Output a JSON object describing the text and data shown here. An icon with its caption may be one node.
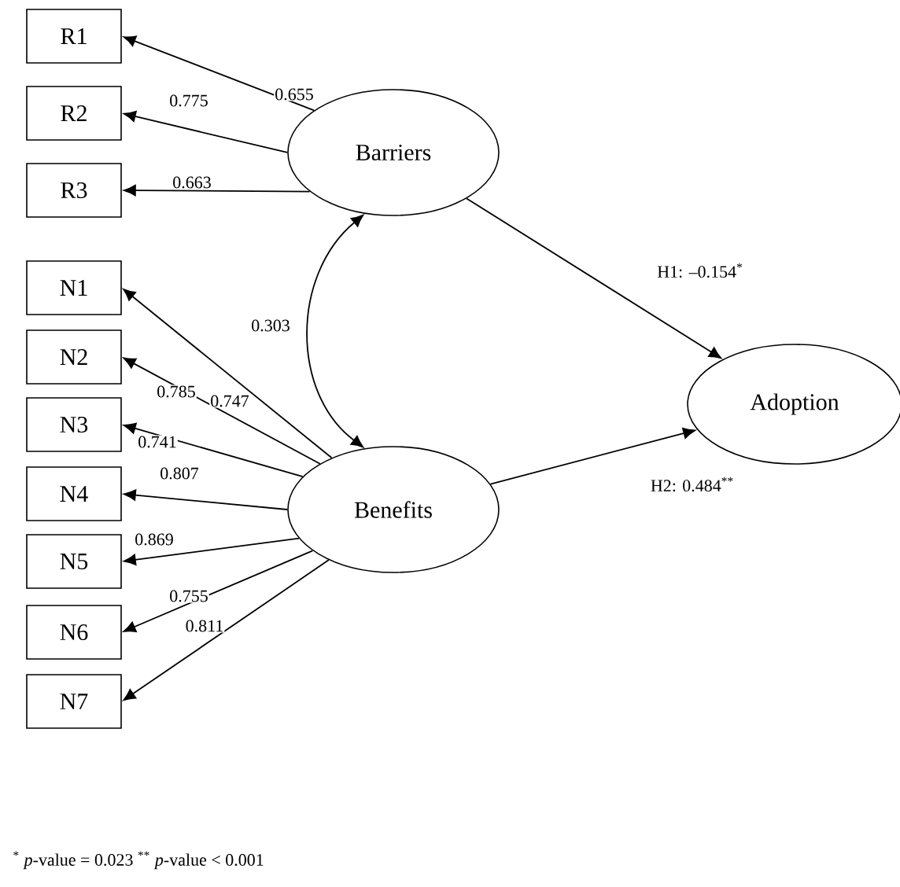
{
  "diagram": {
    "nodes": [
      {
        "text": [
          "R1"
        ]
      },
      {
        "text": [
          "R2"
        ]
      },
      {
        "text": [
          "R3"
        ]
      },
      {
        "text": [
          "Barriers"
        ]
      },
      {
        "text": [
          "N1"
        ]
      },
      {
        "text": [
          "N2"
        ]
      },
      {
        "text": [
          "N3"
        ]
      },
      {
        "text": [
          "N4"
        ]
      },
      {
        "text": [
          "N5"
        ]
      },
      {
        "text": [
          "N6"
        ]
      },
      {
        "text": [
          "N7"
        ]
      },
      {
        "text": [
          "Benefits"
        ]
      },
      {
        "text": [
          "Adoption"
        ]
      }
    ],
    "edges": [
      {
        "from": 3,
        "to": 0,
        "arrow": "to",
        "label": "0.655"
      },
      {
        "from": 3,
        "to": 1,
        "arrow": "to",
        "label": "0.775"
      },
      {
        "from": 3,
        "to": 2,
        "arrow": "to",
        "label": "0.663"
      },
      {
        "from": 3,
        "to": 11,
        "arrow": "both",
        "label": "0.303"
      },
      {
        "from": 11,
        "to": 4,
        "arrow": "to",
        "label": "0.747"
      },
      {
        "from": 11,
        "to": 5,
        "arrow": "to",
        "label": "0.785"
      },
      {
        "from": 11,
        "to": 6,
        "arrow": "to",
        "label": "0.741"
      },
      {
        "from": 11,
        "to": 7,
        "arrow": "to",
        "label": "0.807"
      },
      {
        "from": 11,
        "to": 8,
        "arrow": "to",
        "label": "0.869"
      },
      {
        "from": 11,
        "to": 9,
        "arrow": "to",
        "label": "0.755"
      },
      {
        "from": 11,
        "to": 10,
        "arrow": "to",
        "label": "0.811"
      },
      {
        "from": 3,
        "to": 12,
        "arrow": "to",
        "label": "H1: –0.154$^{*}$"
      },
      {
        "from": 11,
        "to": 12,
        "arrow": "to",
        "label": "H2: 0.484$^{**}$"
      }
    ],
    "labels": [
      "$^{*}$ *p*-value = 0.023 $^{**}$ *p*-value < 0.001"
    ]
  }
}
